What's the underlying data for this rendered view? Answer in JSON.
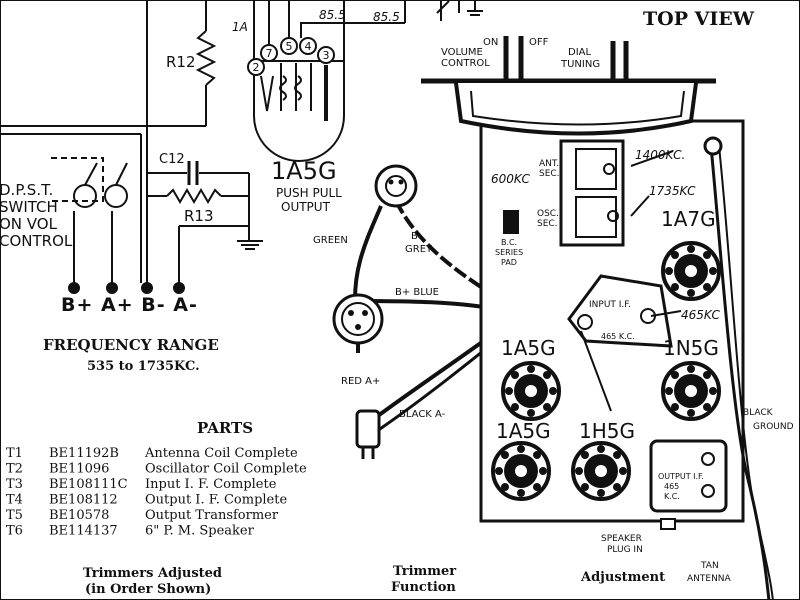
{
  "title": "TOP VIEW",
  "schematic": {
    "pin_1": "1A",
    "voltage_a": "85.5",
    "voltage_b": "85.5",
    "pins": [
      "2",
      "7",
      "5",
      "4",
      "3"
    ],
    "r12": "R12",
    "c12": "C12",
    "r13": "R13",
    "switch_label": [
      "D.P.S.T.",
      "SWITCH",
      "ON VOL",
      "CONTROL"
    ],
    "tube_name": "1A5G",
    "tube_desc": [
      "PUSH PULL",
      "OUTPUT"
    ],
    "battery_terminals": "B+ A+ B- A-"
  },
  "frequency": {
    "label": "FREQUENCY RANGE",
    "range": "535 to 1735KC."
  },
  "parts": {
    "heading": "PARTS",
    "rows": [
      {
        "ref": "T1",
        "code": "BE11192B",
        "desc": "Antenna Coil Complete"
      },
      {
        "ref": "T2",
        "code": "BE11096",
        "desc": "Oscillator Coil Complete"
      },
      {
        "ref": "T3",
        "code": "BE108111C",
        "desc": "Input I. F. Complete"
      },
      {
        "ref": "T4",
        "code": "BE108112",
        "desc": "Output I. F. Complete"
      },
      {
        "ref": "T5",
        "code": "BE10578",
        "desc": "Output Transformer"
      },
      {
        "ref": "T6",
        "code": "BE114137",
        "desc": "6\" P. M. Speaker"
      }
    ]
  },
  "footer": {
    "trimmers_adjusted": [
      "Trimmers Adjusted",
      "(in Order Shown)"
    ],
    "trimmer_function": [
      "Trimmer",
      "Function"
    ],
    "adjustment": "Adjustment"
  },
  "cables": {
    "green": "GREEN",
    "b_minus_grey": [
      "B-",
      "GREY"
    ],
    "b_plus_blue": "B+ BLUE",
    "red_a_plus": "RED A+",
    "black_a_minus": "BLACK A-"
  },
  "chassis": {
    "on_off": [
      "ON",
      "OFF"
    ],
    "volume_control": [
      "VOLUME",
      "CONTROL"
    ],
    "dial_tuning": [
      "DIAL",
      "TUNING"
    ],
    "ant_sec": [
      "ANT.",
      "SEC."
    ],
    "osc_sec": [
      "OSC.",
      "SEC."
    ],
    "kc_600": "600KC",
    "kc_1400": "1400KC.",
    "kc_1735": "1735KC",
    "bc_series_pad": [
      "B.C.",
      "SERIES",
      "PAD"
    ],
    "tube_1a7g": "1A7G",
    "input_if": [
      "INPUT I.F.",
      "465 K.C."
    ],
    "kc_465": "465KC",
    "tube_1a5g_a": "1A5G",
    "tube_1n5g": "1N5G",
    "tube_1a5g_b": "1A5G",
    "tube_1h5g": "1H5G",
    "output_if": [
      "OUTPUT I.F.",
      "465",
      "K.C."
    ],
    "black_ground": [
      "BLACK",
      "GROUND"
    ],
    "speaker_plug": [
      "SPEAKER",
      "PLUG IN"
    ],
    "tan_antenna": [
      "TAN",
      "ANTENNA"
    ]
  }
}
